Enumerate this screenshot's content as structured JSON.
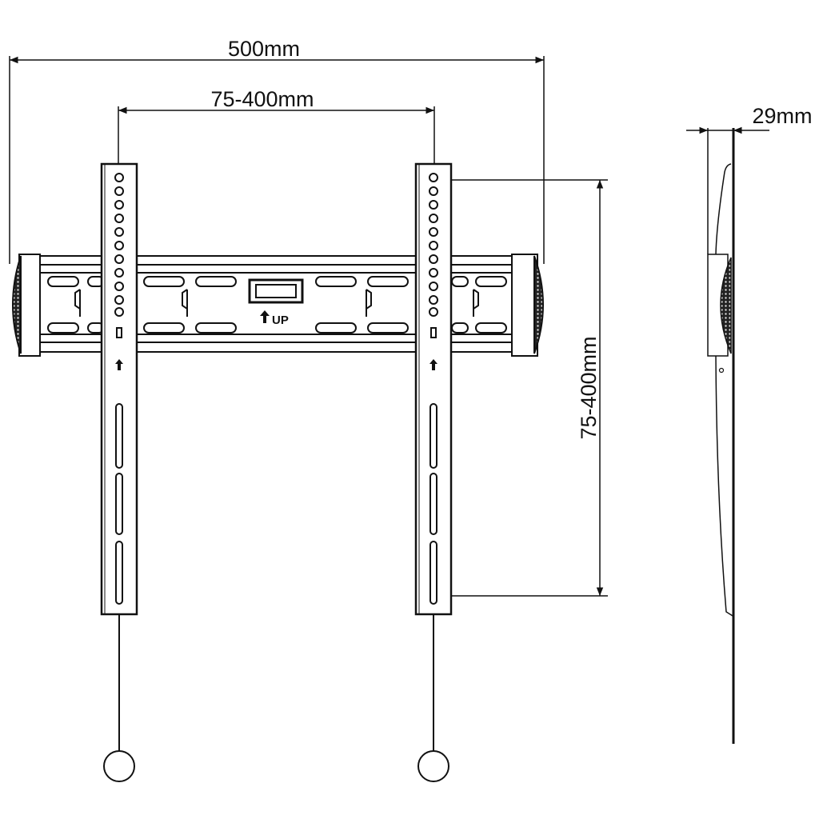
{
  "dimensions": {
    "overall_width": "500mm",
    "horizontal_vesa": "75-400mm",
    "vertical_vesa": "75-400mm",
    "depth": "29mm"
  },
  "rail": {
    "up_label": "UP"
  },
  "colors": {
    "line": "#111111",
    "background": "#ffffff"
  }
}
